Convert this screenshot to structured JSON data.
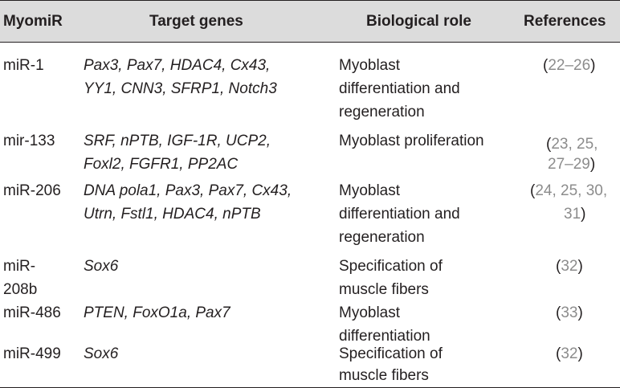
{
  "header": {
    "col1": "MyomiR",
    "col2": "Target genes",
    "col3": "Biological role",
    "col4": "References"
  },
  "rows": [
    {
      "mir": [
        "miR-1"
      ],
      "genes": [
        "Pax3, Pax7, HDAC4, Cx43,",
        "YY1, CNN3, SFRP1, Notch3"
      ],
      "role": [
        "Myoblast",
        "differentiation and",
        "regeneration"
      ],
      "refs": [
        "22–26"
      ]
    },
    {
      "mir": [
        "mir-133"
      ],
      "genes": [
        "SRF, nPTB, IGF-1R, UCP2,",
        "Foxl2, FGFR1, PP2AC"
      ],
      "role": [
        "Myoblast proliferation"
      ],
      "refs": [
        "23, 25,",
        "27–29"
      ]
    },
    {
      "mir": [
        "miR-206"
      ],
      "genes": [
        "DNA pola1, Pax3, Pax7, Cx43,",
        "Utrn, Fstl1, HDAC4, nPTB"
      ],
      "role": [
        "Myoblast",
        "differentiation and",
        "regeneration"
      ],
      "refs": [
        "24, 25, 30,",
        "31"
      ]
    },
    {
      "mir": [
        "miR-",
        "208b"
      ],
      "genes": [
        "Sox6"
      ],
      "role": [
        "Specification of",
        "muscle fibers"
      ],
      "refs": [
        "32"
      ]
    },
    {
      "mir": [
        "miR-486"
      ],
      "genes": [
        "PTEN, FoxO1a, Pax7"
      ],
      "role": [
        "Myoblast",
        "differentiation"
      ],
      "refs": [
        "33"
      ]
    },
    {
      "mir": [
        "miR-499"
      ],
      "genes": [
        "Sox6"
      ],
      "role": [
        "Specification of",
        "muscle fibers"
      ],
      "refs": [
        "32"
      ]
    }
  ]
}
